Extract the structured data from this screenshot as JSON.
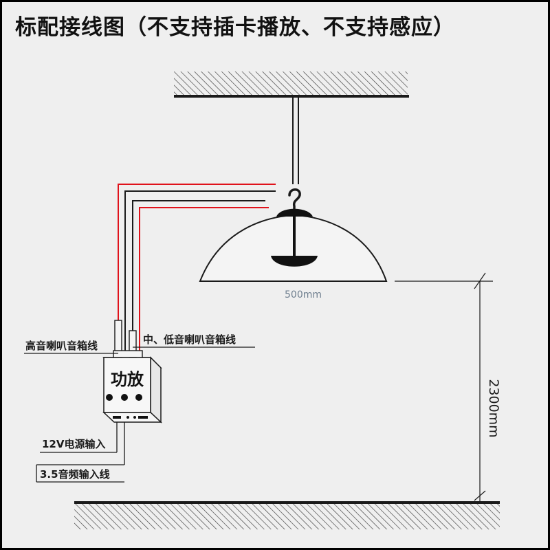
{
  "title": "标配接线图（不支持插卡播放、不支持感应）",
  "labels": {
    "lamp_width": "500mm",
    "mount_height": "2300mm",
    "tweeter_wire": "高音喇叭音箱线",
    "mid_low_wire": "中、低音喇叭音箱线",
    "amplifier": "功放",
    "power_input": "12V电源输入",
    "audio_input": "3.5音频输入线"
  },
  "colors": {
    "background": "#efefef",
    "frame": "#000000",
    "line": "#1a1a1a",
    "red_wire": "#e0121b",
    "dimension_text": "#6f7f8f"
  },
  "icons": {
    "amplifier_ports": "three-dot-ports",
    "hook": "s-hook"
  }
}
